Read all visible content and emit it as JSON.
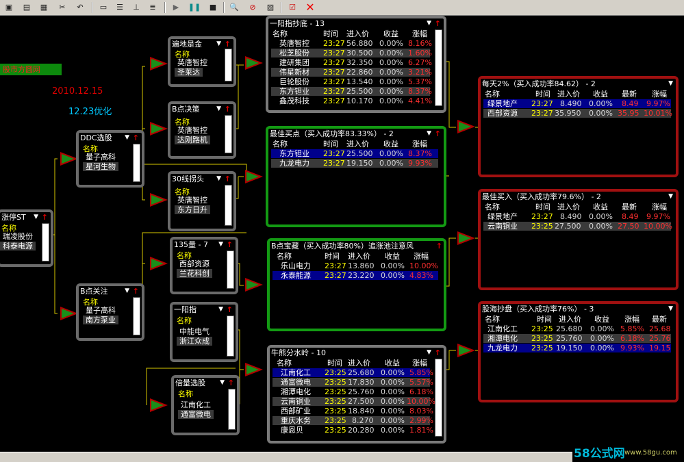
{
  "colors": {
    "accent_green": "#139a13",
    "accent_red": "#a01010",
    "time_yellow": "#ffff00",
    "change_red": "#ff3030",
    "selected_blue": "#00008c"
  },
  "toolbar": {
    "icons": [
      "new-icon",
      "open-icon",
      "save-icon",
      "scissors-icon",
      "undo-icon",
      "rect-icon",
      "align-left-icon",
      "align-bottom-icon",
      "align-stack-icon",
      "run-icon",
      "pause-icon",
      "stop-icon",
      "zoom-icon",
      "find-icon",
      "print-preview-icon",
      "properties-icon",
      "close-icon"
    ]
  },
  "side": {
    "badge": "股市方圆网",
    "date": "2010.12.15",
    "note": "12.23优化"
  },
  "watermark": {
    "brand": "58公式网",
    "url": "www.58gu.com"
  },
  "nodes": {
    "zhangting": {
      "title": "涨停ST",
      "label": "名称",
      "items": [
        "瑞凌股份",
        "科泰电源"
      ]
    },
    "ddc": {
      "title": "DDC选股",
      "label": "名称",
      "items": [
        "量子高科",
        "星河生物"
      ]
    },
    "bguanzhu": {
      "title": "B点关注",
      "label": "名称",
      "items": [
        "量子高科",
        "南方泵业"
      ]
    },
    "biandi": {
      "title": "遍地是金",
      "label": "名称",
      "items": [
        "英唐智控",
        "圣莱达"
      ]
    },
    "bjuece": {
      "title": "B点决策",
      "label": "名称",
      "items": [
        "英唐智控",
        "达刚路机"
      ]
    },
    "sanshi": {
      "title": "30线拐头",
      "label": "名称",
      "items": [
        "英唐智控",
        "东方日升"
      ]
    },
    "l135": {
      "title": "135量",
      "count": "7",
      "label": "名称",
      "items": [
        "西部资源",
        "兰花科创"
      ]
    },
    "yiyangzhi": {
      "title": "一阳指",
      "label": "名称",
      "items": [
        "中能电气",
        "浙江众成"
      ]
    },
    "beiliang": {
      "title": "倍量选股",
      "label": "名称",
      "items": [
        "江南化工",
        "通富微电"
      ]
    }
  },
  "tables": {
    "yiyang_bottom": {
      "title": "一阳指抄底",
      "count": "13",
      "columns": [
        "名称",
        "时间",
        "进入价",
        "收益",
        "涨幅"
      ],
      "rows": [
        [
          "英唐智控",
          "23:27",
          "56.880",
          "0.00%",
          "8.16%"
        ],
        [
          "松芝股份",
          "23:27",
          "30.500",
          "0.00%",
          "1.60%"
        ],
        [
          "建研集团",
          "23:27",
          "32.350",
          "0.00%",
          "6.27%"
        ],
        [
          "伟星新材",
          "23:27",
          "22.860",
          "0.00%",
          "3.21%"
        ],
        [
          "巨轮股份",
          "23:27",
          "13.540",
          "0.00%",
          "5.37%"
        ],
        [
          "东方钽业",
          "23:27",
          "25.500",
          "0.00%",
          "8.37%"
        ],
        [
          "鑫茂科技",
          "23:27",
          "10.170",
          "0.00%",
          "4.41%"
        ]
      ]
    },
    "best_buy_point": {
      "title": "最佳买点（买入成功率83.33%）",
      "count": "2",
      "columns": [
        "名称",
        "时间",
        "进入价",
        "收益",
        "涨幅"
      ],
      "rows": [
        [
          "东方钽业",
          "23:27",
          "25.500",
          "0.00%",
          "8.37%"
        ],
        [
          "九龙电力",
          "23:27",
          "19.150",
          "0.00%",
          "9.93%"
        ]
      ]
    },
    "b_treasure": {
      "title": "B点宝藏（买入成功率80%）追涨池注意风",
      "columns": [
        "名称",
        "时间",
        "进入价",
        "收益",
        "涨幅"
      ],
      "rows": [
        [
          "乐山电力",
          "23:27",
          "13.860",
          "0.00%",
          "10.00%"
        ],
        [
          "永泰能源",
          "23:27",
          "23.220",
          "0.00%",
          "4.83%"
        ]
      ]
    },
    "bull_watershed": {
      "title": "牛熊分水岭",
      "count": "10",
      "columns": [
        "名称",
        "时间",
        "进入价",
        "收益",
        "涨幅"
      ],
      "rows": [
        [
          "江南化工",
          "23:25",
          "25.680",
          "0.00%",
          "5.85%"
        ],
        [
          "通富微电",
          "23:25",
          "17.830",
          "0.00%",
          "5.57%"
        ],
        [
          "湘潭电化",
          "23:25",
          "25.760",
          "0.00%",
          "6.18%"
        ],
        [
          "云南铜业",
          "23:25",
          "27.500",
          "0.00%",
          "10.00%"
        ],
        [
          "西部矿业",
          "23:25",
          "18.840",
          "0.00%",
          "8.03%"
        ],
        [
          "重庆水务",
          "23:25",
          "8.270",
          "0.00%",
          "2.99%"
        ],
        [
          "康恩贝",
          "23:25",
          "20.280",
          "0.00%",
          "1.81%"
        ]
      ]
    },
    "daily_2pct": {
      "title": "每天2%（买入成功率84.62）",
      "count": "2",
      "columns": [
        "名称",
        "时间",
        "进入价",
        "收益",
        "最新",
        "涨幅"
      ],
      "rows": [
        [
          "绿景地产",
          "23:27",
          "8.490",
          "0.00%",
          "8.49",
          "9.97%"
        ],
        [
          "西部资源",
          "23:27",
          "35.950",
          "0.00%",
          "35.95",
          "10.01%"
        ]
      ]
    },
    "best_buy": {
      "title": "最佳买入（买入成功率79.6%）",
      "count": "2",
      "columns": [
        "名称",
        "时间",
        "进入价",
        "收益",
        "最新",
        "涨幅"
      ],
      "rows": [
        [
          "绿景地产",
          "23:27",
          "8.490",
          "0.00%",
          "8.49",
          "9.97%"
        ],
        [
          "云南铜业",
          "23:25",
          "27.500",
          "0.00%",
          "27.50",
          "10.00%"
        ]
      ]
    },
    "stock_bottom": {
      "title": "股海抄盘（买入成功率76%）",
      "count": "3",
      "columns": [
        "名称",
        "时间",
        "进入价",
        "收益",
        "涨幅",
        "最新"
      ],
      "rows": [
        [
          "江南化工",
          "23:25",
          "25.680",
          "0.00%",
          "5.85%",
          "25.68"
        ],
        [
          "湘潭电化",
          "23:25",
          "25.760",
          "0.00%",
          "6.18%",
          "25.76"
        ],
        [
          "九龙电力",
          "23:25",
          "19.150",
          "0.00%",
          "9.93%",
          "19.15"
        ]
      ]
    }
  }
}
